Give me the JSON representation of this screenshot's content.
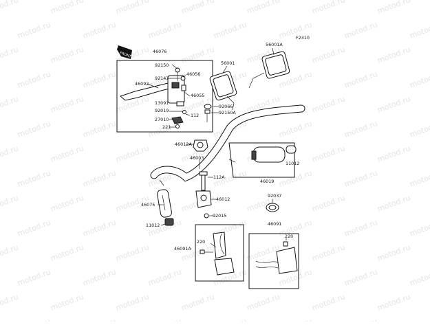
{
  "figure_code": "F2310",
  "watermark_text": "motod.ru",
  "front_badge": "FRONT",
  "parts": {
    "p46076": "46076",
    "p92150": "92150",
    "p92143": "92143",
    "p46056": "46056",
    "p46092": "46092",
    "p46055": "46055",
    "p13091": "13091",
    "p92019": "92019",
    "p112a": "112",
    "p27010": "27010",
    "p221": "221",
    "p56001": "56001",
    "p56001A": "56001A",
    "p92066": "92066",
    "p92150A": "92150A",
    "p46012A": "46012A",
    "p46003": "46003",
    "p11012a": "11012",
    "p46019": "46019",
    "p112A": "112A",
    "p46012": "46012",
    "p46075": "46075",
    "p92015": "92015",
    "p11012b": "11012",
    "p92037": "92037",
    "p46091": "46091",
    "p46091A": "46091A",
    "p220a": "220",
    "p220b": "220"
  }
}
